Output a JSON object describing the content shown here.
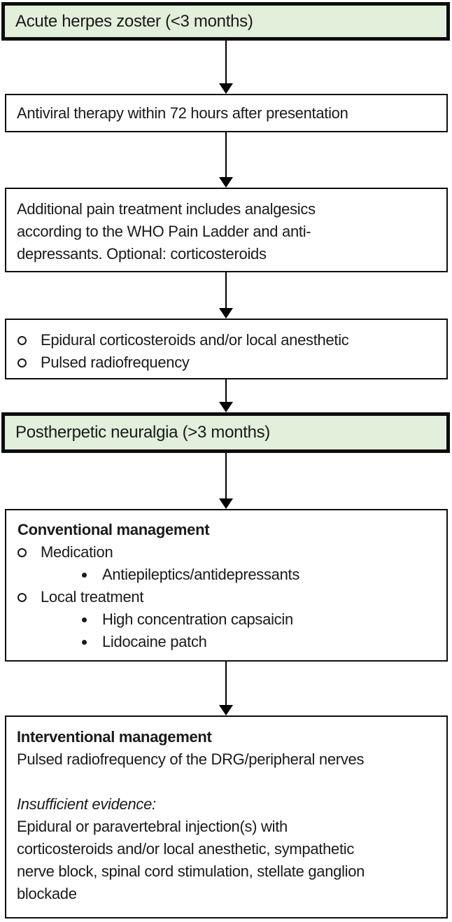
{
  "colors": {
    "header_fill": "#e2efda",
    "box_border": "#000000",
    "text": "#1a1a1a",
    "background": "#ffffff"
  },
  "nodes": {
    "acute": {
      "text": "Acute herpes zoster (<3 months)"
    },
    "antiviral": {
      "text": "Antiviral therapy within 72 hours after presentation"
    },
    "additional_pain": {
      "lines": [
        "Additional pain treatment includes analgesics",
        "according to the WHO Pain Ladder and anti-",
        "depressants. Optional: corticosteroids"
      ]
    },
    "acute_options": {
      "items": [
        "Epidural corticosteroids and/or local anesthetic",
        "Pulsed radiofrequency"
      ]
    },
    "phn": {
      "text": "Postherpetic neuralgia (>3 months)"
    },
    "conventional": {
      "title": "Conventional management",
      "items": [
        {
          "label": "Medication",
          "subitems": [
            "Antiepileptics/antidepressants"
          ]
        },
        {
          "label": "Local treatment",
          "subitems": [
            "High concentration capsaicin",
            "Lidocaine patch"
          ]
        }
      ]
    },
    "interventional": {
      "title": "Interventional management",
      "subtitle": "Pulsed radiofrequency of the DRG/peripheral nerves",
      "evidence_heading": "Insufficient evidence:",
      "evidence_lines": [
        "Epidural or paravertebral injection(s) with",
        "corticosteroids and/or local anesthetic, sympathetic",
        "nerve block, spinal cord stimulation, stellate ganglion",
        "blockade"
      ]
    }
  }
}
